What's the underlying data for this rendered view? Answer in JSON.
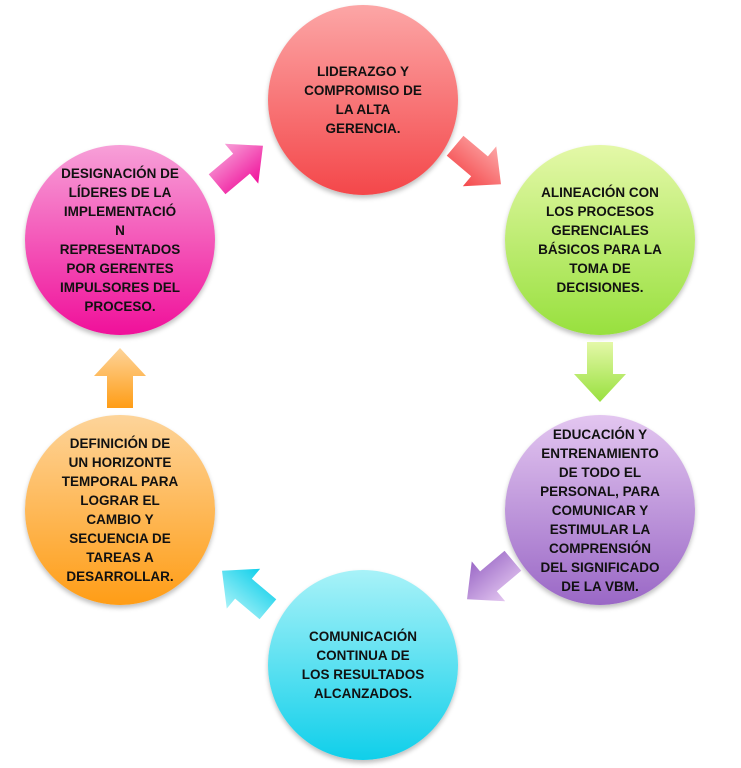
{
  "steps": [
    {
      "text": "LIDERAZGO Y\nCOMPROMISO DE\nLA ALTA\nGERENCIA.",
      "color": "#f4474a"
    },
    {
      "text": "ALINEACIÓN CON\nLOS PROCESOS\nGERENCIALES\nBÁSICOS PARA LA\nTOMA DE\nDECISIONES.",
      "color": "#98e03e"
    },
    {
      "text": "EDUCACIÓN Y\nENTRENAMIENTO\nDE TODO EL\nPERSONAL, PARA\nCOMUNICAR Y\nESTIMULAR LA\nCOMPRENSIÓN\nDEL SIGNIFICADO\nDE LA VBM.",
      "color": "#9a68c6"
    },
    {
      "text": "COMUNICACIÓN\nCONTINUA DE\nLOS RESULTADOS\nALCANZADOS.",
      "color": "#10cfea"
    },
    {
      "text": "DEFINICIÓN DE\nUN HORIZONTE\nTEMPORAL PARA\nLOGRAR EL\nCAMBIO Y\nSECUENCIA DE\nTAREAS A\nDESARROLLAR.",
      "color": "#ff9d16"
    },
    {
      "text": "DESIGNACIÓN DE\nLÍDERES DE LA\nIMPLEMENTACIÓ\nN\nREPRESENTADOS\nPOR GERENTES\nIMPULSORES DEL\nPROCESO.",
      "color": "#f0109a"
    }
  ]
}
